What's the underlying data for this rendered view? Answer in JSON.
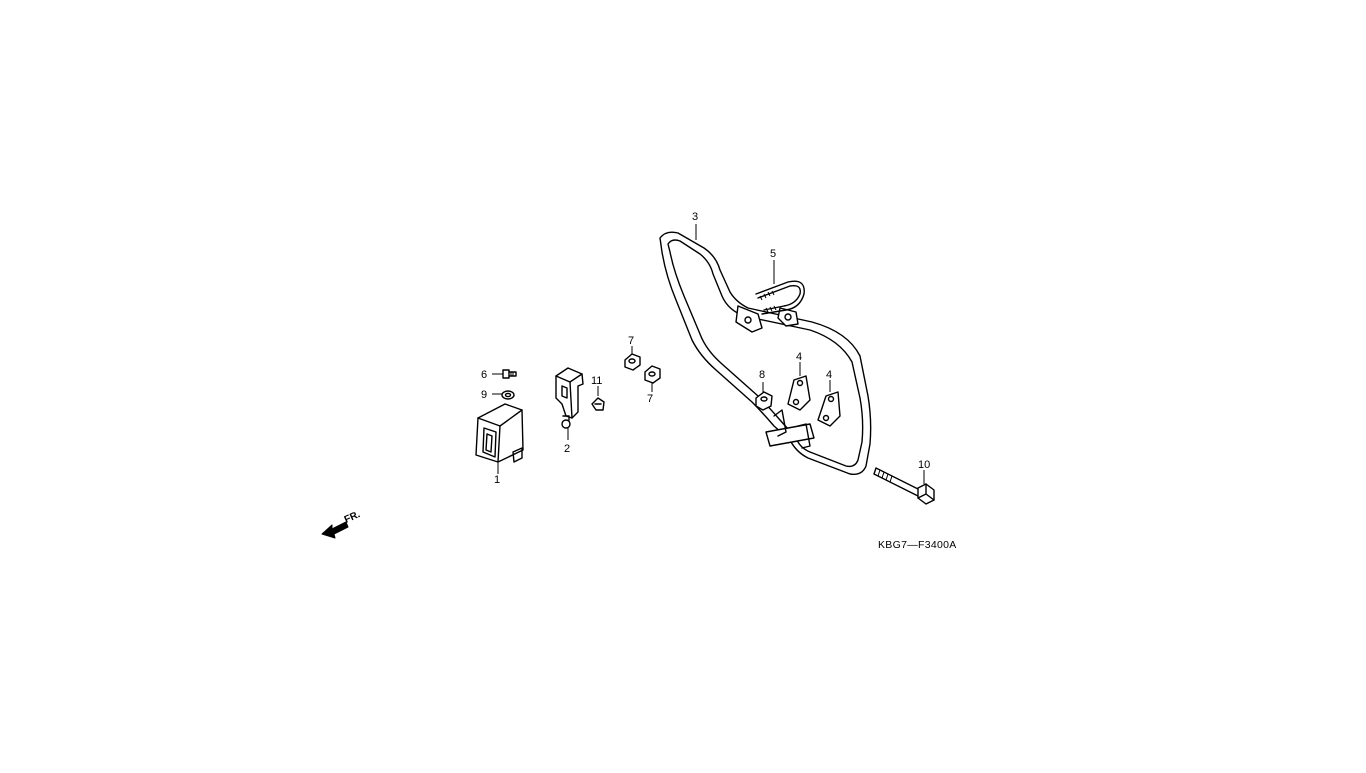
{
  "diagram": {
    "code": "KBG7—F3400A",
    "direction_label": "FR.",
    "callouts": [
      "1",
      "2",
      "3",
      "4",
      "4",
      "5",
      "6",
      "7",
      "7",
      "8",
      "9",
      "10",
      "11"
    ]
  }
}
